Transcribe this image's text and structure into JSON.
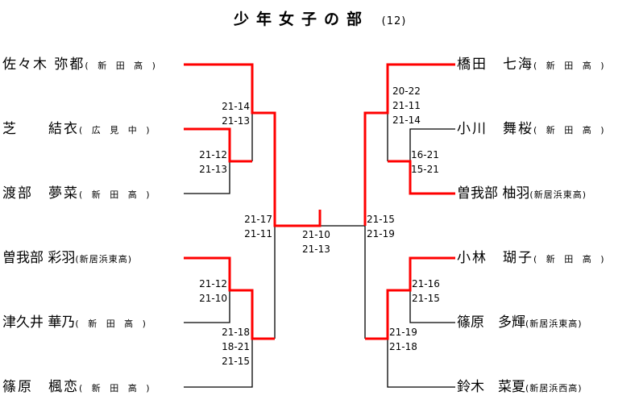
{
  "title": "少年女子の部",
  "title_count": "(12)",
  "colors": {
    "winner_line": "#ff0000",
    "line": "#000000"
  },
  "left_players": [
    {
      "name": "佐々木 弥都",
      "school": "( 新 田 高 )"
    },
    {
      "name": "芝　　結衣",
      "school": "( 広 見 中 )"
    },
    {
      "name": "渡部　夢菜",
      "school": "( 新 田 高 )"
    },
    {
      "name": "曽我部 彩羽",
      "school": "(新居浜東高)"
    },
    {
      "name": "津久井 華乃",
      "school": "( 新 田 高 )"
    },
    {
      "name": "篠原　楓恋",
      "school": "( 新 田 高 )"
    }
  ],
  "right_players": [
    {
      "name": "橋田　七海",
      "school": "( 新 田 高 )"
    },
    {
      "name": "小川　舞桜",
      "school": "( 新 田 高 )"
    },
    {
      "name": "曽我部 柚羽",
      "school": "(新居浜東高)"
    },
    {
      "name": "小林　瑚子",
      "school": "( 新 田 高 )"
    },
    {
      "name": "篠原　多輝",
      "school": "(新居浜東高)"
    },
    {
      "name": "鈴木　菜夏",
      "school": "(新居浜西高)"
    }
  ],
  "scores": {
    "l_r1_top": [
      "21-12",
      "21-13"
    ],
    "l_sf_top": [
      "21-14",
      "21-13"
    ],
    "l_r1_bot": [
      "21-12",
      "21-10"
    ],
    "l_sf_bot": [
      "21-18",
      "18-21",
      "21-15"
    ],
    "l_semi": [
      "21-17",
      "21-11"
    ],
    "final": [
      "21-10",
      "21-13"
    ],
    "r_semi": [
      "21-15",
      "21-19"
    ],
    "r_sf_top": [
      "20-22",
      "21-11",
      "21-14"
    ],
    "r_r1_top": [
      "16-21",
      "15-21"
    ],
    "r_r1_bot": [
      "21-16",
      "21-15"
    ],
    "r_sf_bot": [
      "21-19",
      "21-18"
    ]
  }
}
